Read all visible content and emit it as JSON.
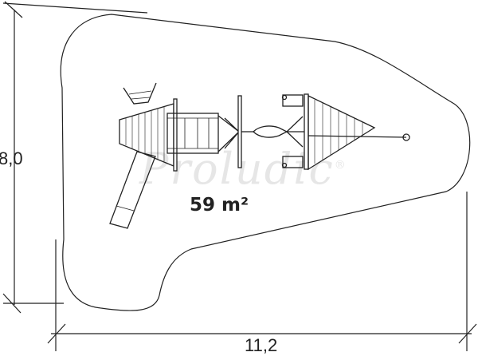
{
  "dimensions": {
    "depth": "8,0",
    "width": "11,2"
  },
  "area": "59 m²",
  "watermark": "Proludic",
  "colors": {
    "line": "#222222",
    "watermark": "#e6e6e6"
  }
}
